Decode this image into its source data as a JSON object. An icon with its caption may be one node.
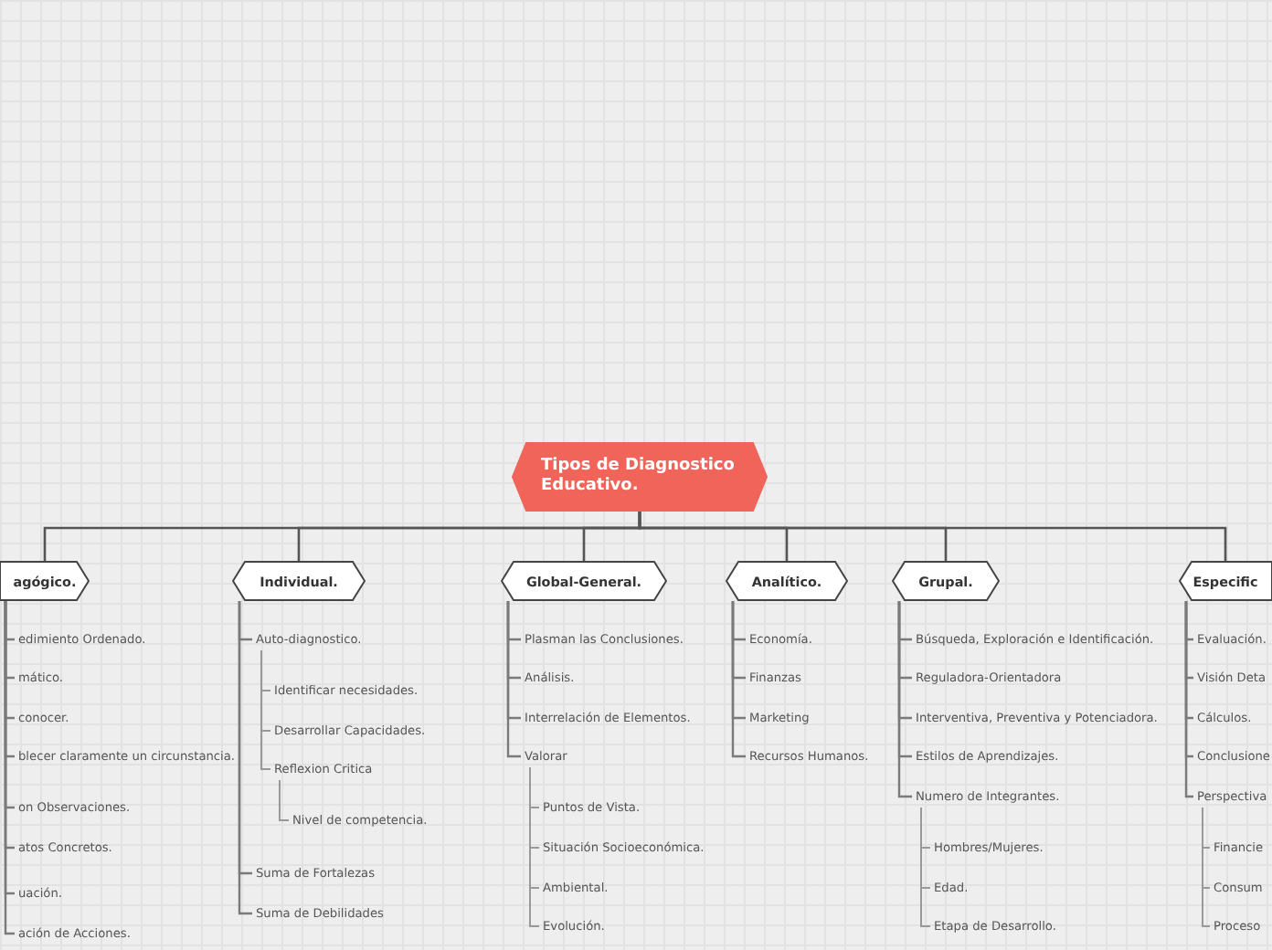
{
  "diagram": {
    "nodes": [
      {
        "text": [
          "Tipos de Diagnostico Educativo."
        ]
      },
      {
        "text": [
          "agógico."
        ]
      },
      {
        "text": [
          "Individual."
        ]
      },
      {
        "text": [
          "Global-General."
        ]
      },
      {
        "text": [
          "Analítico."
        ]
      },
      {
        "text": [
          "Grupal."
        ]
      },
      {
        "text": [
          "Especific"
        ]
      },
      {
        "text": [
          "edimiento Ordenado."
        ]
      },
      {
        "text": [
          "mático."
        ]
      },
      {
        "text": [
          "conocer."
        ]
      },
      {
        "text": [
          "blecer claramente un circunstancia."
        ]
      },
      {
        "text": [
          "on Observaciones."
        ]
      },
      {
        "text": [
          "atos Concretos."
        ]
      },
      {
        "text": [
          "uación."
        ]
      },
      {
        "text": [
          "ación de Acciones."
        ]
      },
      {
        "text": [
          "Auto-diagnostico."
        ]
      },
      {
        "text": [
          "Identificar necesidades."
        ]
      },
      {
        "text": [
          "Desarrollar Capacidades."
        ]
      },
      {
        "text": [
          "Reflexion Critica"
        ]
      },
      {
        "text": [
          "Nivel de competencia."
        ]
      },
      {
        "text": [
          "Suma de Fortalezas"
        ]
      },
      {
        "text": [
          "Suma de Debilidades"
        ]
      },
      {
        "text": [
          "Plasman las Conclusiones."
        ]
      },
      {
        "text": [
          "Análisis."
        ]
      },
      {
        "text": [
          "Interrelación de Elementos."
        ]
      },
      {
        "text": [
          "Valorar"
        ]
      },
      {
        "text": [
          "Puntos de Vista."
        ]
      },
      {
        "text": [
          "Situación Socioeconómica."
        ]
      },
      {
        "text": [
          "Ambiental."
        ]
      },
      {
        "text": [
          "Evolución."
        ]
      },
      {
        "text": [
          "Economía."
        ]
      },
      {
        "text": [
          "Finanzas"
        ]
      },
      {
        "text": [
          "Marketing"
        ]
      },
      {
        "text": [
          "Recursos Humanos."
        ]
      },
      {
        "text": [
          "Búsqueda, Exploración e Identificación."
        ]
      },
      {
        "text": [
          "Reguladora-Orientadora"
        ]
      },
      {
        "text": [
          "Interventiva, Preventiva y Potenciadora."
        ]
      },
      {
        "text": [
          "Estilos de Aprendizajes."
        ]
      },
      {
        "text": [
          "Numero de Integrantes."
        ]
      },
      {
        "text": [
          "Hombres/Mujeres."
        ]
      },
      {
        "text": [
          "Edad."
        ]
      },
      {
        "text": [
          "Etapa de Desarrollo."
        ]
      },
      {
        "text": [
          "Evaluación."
        ]
      },
      {
        "text": [
          "Visión Deta"
        ]
      },
      {
        "text": [
          "Cálculos."
        ]
      },
      {
        "text": [
          "Conclusione"
        ]
      },
      {
        "text": [
          "Perspectiva"
        ]
      },
      {
        "text": [
          "Financie"
        ]
      },
      {
        "text": [
          "Consum"
        ]
      },
      {
        "text": [
          "Proceso"
        ]
      }
    ],
    "edges": [
      {
        "from": 0,
        "to": 1,
        "arrow": "none"
      },
      {
        "from": 0,
        "to": 2,
        "arrow": "none"
      },
      {
        "from": 0,
        "to": 3,
        "arrow": "none"
      },
      {
        "from": 0,
        "to": 4,
        "arrow": "none"
      },
      {
        "from": 0,
        "to": 5,
        "arrow": "none"
      },
      {
        "from": 0,
        "to": 6,
        "arrow": "none"
      },
      {
        "from": 1,
        "to": 7,
        "arrow": "none"
      },
      {
        "from": 1,
        "to": 8,
        "arrow": "none"
      },
      {
        "from": 1,
        "to": 9,
        "arrow": "none"
      },
      {
        "from": 1,
        "to": 10,
        "arrow": "none"
      },
      {
        "from": 1,
        "to": 11,
        "arrow": "none"
      },
      {
        "from": 1,
        "to": 12,
        "arrow": "none"
      },
      {
        "from": 1,
        "to": 13,
        "arrow": "none"
      },
      {
        "from": 1,
        "to": 14,
        "arrow": "none"
      },
      {
        "from": 2,
        "to": 15,
        "arrow": "none"
      },
      {
        "from": 15,
        "to": 16,
        "arrow": "none"
      },
      {
        "from": 15,
        "to": 17,
        "arrow": "none"
      },
      {
        "from": 15,
        "to": 18,
        "arrow": "none"
      },
      {
        "from": 18,
        "to": 19,
        "arrow": "none"
      },
      {
        "from": 2,
        "to": 20,
        "arrow": "none"
      },
      {
        "from": 2,
        "to": 21,
        "arrow": "none"
      },
      {
        "from": 3,
        "to": 22,
        "arrow": "none"
      },
      {
        "from": 3,
        "to": 23,
        "arrow": "none"
      },
      {
        "from": 3,
        "to": 24,
        "arrow": "none"
      },
      {
        "from": 3,
        "to": 25,
        "arrow": "none"
      },
      {
        "from": 25,
        "to": 26,
        "arrow": "none"
      },
      {
        "from": 25,
        "to": 27,
        "arrow": "none"
      },
      {
        "from": 25,
        "to": 28,
        "arrow": "none"
      },
      {
        "from": 25,
        "to": 29,
        "arrow": "none"
      },
      {
        "from": 4,
        "to": 30,
        "arrow": "none"
      },
      {
        "from": 4,
        "to": 31,
        "arrow": "none"
      },
      {
        "from": 4,
        "to": 32,
        "arrow": "none"
      },
      {
        "from": 4,
        "to": 33,
        "arrow": "none"
      },
      {
        "from": 5,
        "to": 34,
        "arrow": "none"
      },
      {
        "from": 5,
        "to": 35,
        "arrow": "none"
      },
      {
        "from": 5,
        "to": 36,
        "arrow": "none"
      },
      {
        "from": 5,
        "to": 37,
        "arrow": "none"
      },
      {
        "from": 5,
        "to": 38,
        "arrow": "none"
      },
      {
        "from": 38,
        "to": 39,
        "arrow": "none"
      },
      {
        "from": 38,
        "to": 40,
        "arrow": "none"
      },
      {
        "from": 38,
        "to": 41,
        "arrow": "none"
      },
      {
        "from": 6,
        "to": 42,
        "arrow": "none"
      },
      {
        "from": 6,
        "to": 43,
        "arrow": "none"
      },
      {
        "from": 6,
        "to": 44,
        "arrow": "none"
      },
      {
        "from": 6,
        "to": 45,
        "arrow": "none"
      },
      {
        "from": 6,
        "to": 46,
        "arrow": "none"
      },
      {
        "from": 46,
        "to": 47,
        "arrow": "none"
      },
      {
        "from": 46,
        "to": 48,
        "arrow": "none"
      },
      {
        "from": 46,
        "to": 49,
        "arrow": "none"
      }
    ]
  }
}
